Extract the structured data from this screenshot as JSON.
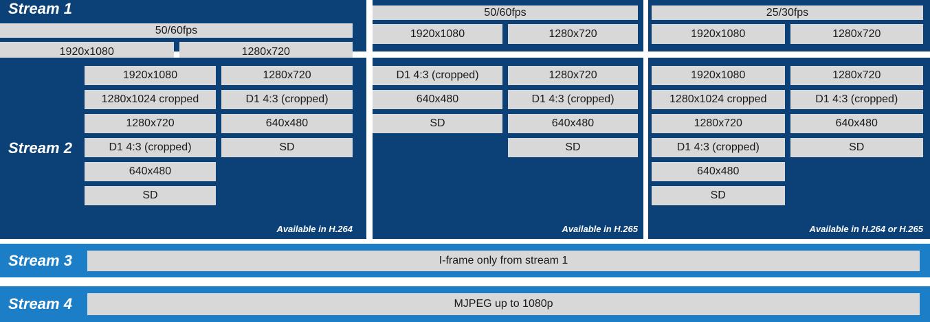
{
  "colors": {
    "panel_navy": "#0c4178",
    "band_blue": "#1b7ec7",
    "box_gray": "#d8d8d8",
    "box_text": "#1a1a1a",
    "label_text": "#ffffff"
  },
  "stream1": {
    "label": "Stream 1",
    "panels": [
      {
        "fps": "50/60fps",
        "resolutions": [
          "1920x1080",
          "1280x720"
        ]
      },
      {
        "fps": "50/60fps",
        "resolutions": [
          "1920x1080",
          "1280x720"
        ]
      },
      {
        "fps": "25/30fps",
        "resolutions": [
          "1920x1080",
          "1280x720"
        ]
      }
    ]
  },
  "stream2": {
    "label": "Stream 2",
    "panels": [
      {
        "col1": [
          "1920x1080",
          "1280x1024 cropped",
          "1280x720",
          "D1 4:3 (cropped)",
          "640x480",
          "SD"
        ],
        "col2": [
          "1280x720",
          "D1 4:3 (cropped)",
          "640x480",
          "SD"
        ],
        "note": "Available in H.264"
      },
      {
        "col1": [
          "D1 4:3 (cropped)",
          "640x480",
          "SD"
        ],
        "col2": [
          "1280x720",
          "D1 4:3 (cropped)",
          "640x480",
          "SD"
        ],
        "note": "Available in H.265"
      },
      {
        "col1": [
          "1920x1080",
          "1280x1024 cropped",
          "1280x720",
          "D1 4:3 (cropped)",
          "640x480",
          "SD"
        ],
        "col2": [
          "1280x720",
          "D1 4:3 (cropped)",
          "640x480",
          "SD"
        ],
        "note": "Available in H.264 or H.265"
      }
    ]
  },
  "stream3": {
    "label": "Stream 3",
    "value": "I-frame only from stream 1"
  },
  "stream4": {
    "label": "Stream 4",
    "value": "MJPEG up to 1080p"
  }
}
